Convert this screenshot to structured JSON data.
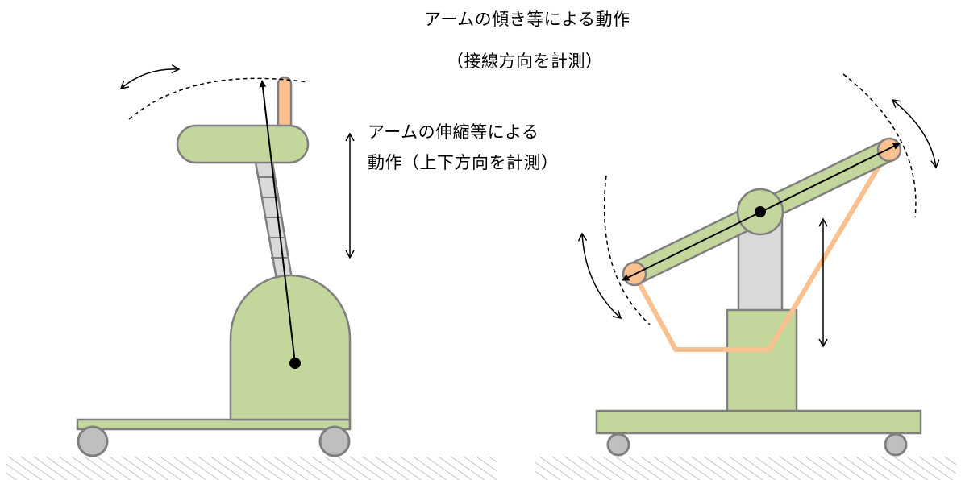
{
  "labels": {
    "tilt_line1": "アームの傾き等による動作",
    "tilt_line2": "（接線方向を計測）",
    "extension_line1": "アームの伸縮等による",
    "extension_line2": "動作（上下方向を計測）"
  },
  "colors": {
    "body_green": "#c3d69b",
    "outline_gray": "#7f7f7f",
    "column_gray": "#d9d9d9",
    "orange": "#fac090",
    "ground_hatch": "#bfbfbf"
  }
}
